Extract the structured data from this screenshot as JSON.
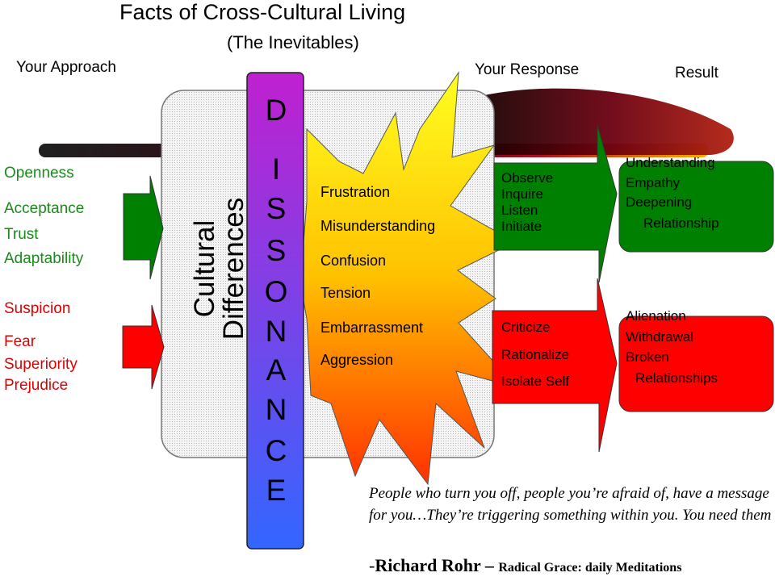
{
  "title": "Facts of Cross-Cultural Living",
  "subtitle": "(The Inevitables)",
  "headers": {
    "approach": "Your Approach",
    "response": "Your Response",
    "result": "Result"
  },
  "approach_positive": [
    "Openness",
    "Acceptance",
    "Trust",
    "Adaptability"
  ],
  "approach_negative": [
    "Suspicion",
    "Fear",
    "Superiority",
    "Prejudice"
  ],
  "cultural_label": [
    "Cultural",
    "Differences"
  ],
  "dissonance_letters": [
    "D",
    "I",
    "S",
    "S",
    "O",
    "N",
    "A",
    "N",
    "C",
    "E"
  ],
  "emotions": [
    "Frustration",
    "Misunderstanding",
    "Confusion",
    "Tension",
    "Embarrassment",
    "Aggression"
  ],
  "response_positive": [
    "Observe",
    "Inquire",
    "Listen",
    "Initiate"
  ],
  "response_negative": [
    "Criticize",
    "Rationalize",
    "Isolate Self"
  ],
  "result_positive": [
    "Understanding",
    "Empathy",
    "Deepening",
    "Relationship"
  ],
  "result_negative": [
    "Alienation",
    "Withdrawal",
    "Broken",
    "Relationships"
  ],
  "quote": "People who turn you off, people you’re afraid of, have a message for you…They’re triggering something within you. You need them",
  "attribution": {
    "dash": "-",
    "name": "Richard Rohr – ",
    "source": "Radical Grace: daily Meditations"
  },
  "colors": {
    "positive": "#008000",
    "negative": "#ff0000",
    "dissonance_top": "#c000c0",
    "dissonance_bottom": "#3366ff",
    "burst_top": "#ffff00",
    "burst_bottom": "#ff3300"
  }
}
